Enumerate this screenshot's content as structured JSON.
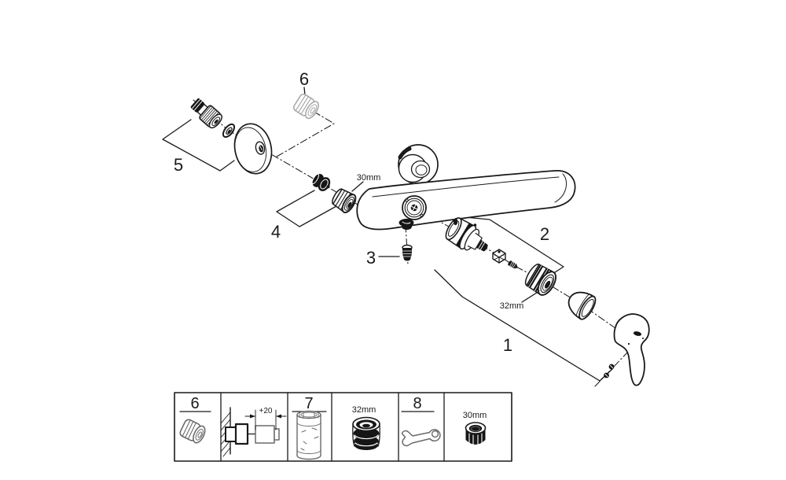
{
  "diagram": {
    "callouts": {
      "c1": "1",
      "c2": "2",
      "c3": "3",
      "c4": "4",
      "c5": "5",
      "c6": "6"
    },
    "dimensions": {
      "nut_30mm": "30mm",
      "nut_32mm": "32mm"
    }
  },
  "legend": {
    "cell_6_label": "6",
    "cell_7_label": "7",
    "cell_8_label": "8",
    "extension_dim": "+20",
    "size_32": "32mm",
    "size_30": "30mm",
    "icons": [
      "cover-cap",
      "wall-extension-cross-section",
      "extension-tube",
      "extension-set-32mm",
      "open-end-wrench",
      "nut-30mm"
    ]
  },
  "colors": {
    "line": "#1a1a1a",
    "ghost": "#a9a9a9",
    "legend_gray": "#6a6a6a",
    "background": "#ffffff"
  }
}
